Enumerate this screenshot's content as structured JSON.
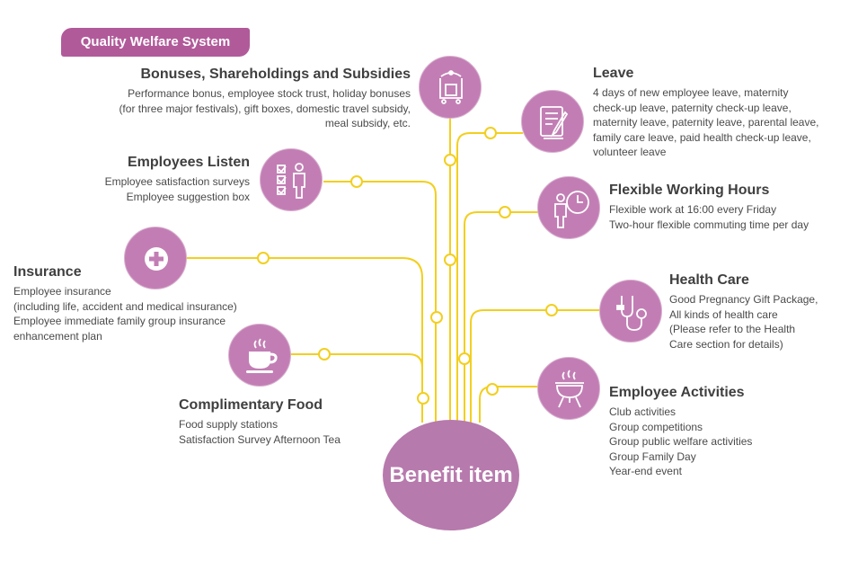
{
  "tag": "Quality Welfare System",
  "hub": "Benefit item",
  "items": {
    "bonuses": {
      "title": "Bonuses, Shareholdings and Subsidies",
      "lines": [
        "Performance bonus, employee stock trust, holiday bonuses",
        "(for three major festivals), gift boxes, domestic travel subsidy,",
        "meal subsidy, etc."
      ],
      "icon": "luggage-cart-icon"
    },
    "listen": {
      "title": "Employees Listen",
      "lines": [
        "Employee satisfaction surveys",
        "Employee suggestion box"
      ],
      "icon": "checklist-person-icon"
    },
    "insurance": {
      "title": "Insurance",
      "lines": [
        "Employee insurance",
        "(including life, accident and medical insurance)",
        "Employee immediate family group insurance",
        "enhancement plan"
      ],
      "icon": "medical-cross-icon"
    },
    "food": {
      "title": "Complimentary Food",
      "lines": [
        "Food supply stations",
        "Satisfaction Survey Afternoon Tea"
      ],
      "icon": "coffee-cup-icon"
    },
    "leave": {
      "title": "Leave",
      "lines": [
        "4 days of new employee leave, maternity",
        "check-up leave, paternity check-up leave,",
        "maternity leave, paternity leave, parental leave,",
        "family care leave, paid health check-up leave,",
        "volunteer leave"
      ],
      "icon": "leave-form-icon"
    },
    "flex": {
      "title": "Flexible Working Hours",
      "lines": [
        "Flexible work at 16:00 every Friday",
        "Two-hour flexible commuting time per day"
      ],
      "icon": "clock-person-icon"
    },
    "health": {
      "title": "Health Care",
      "lines": [
        "Good Pregnancy Gift Package,",
        "All kinds of health care",
        "(Please refer to the Health",
        "Care section for details)"
      ],
      "icon": "stethoscope-icon"
    },
    "activities": {
      "title": "Employee Activities",
      "lines": [
        "Club activities",
        "Group competitions",
        "Group public welfare activities",
        "Group Family Day",
        "Year-end event"
      ],
      "icon": "barbecue-grill-icon"
    }
  },
  "colors": {
    "purple": "#c27eb4",
    "tag": "#b15a9a",
    "line": "#f2cf1f"
  }
}
